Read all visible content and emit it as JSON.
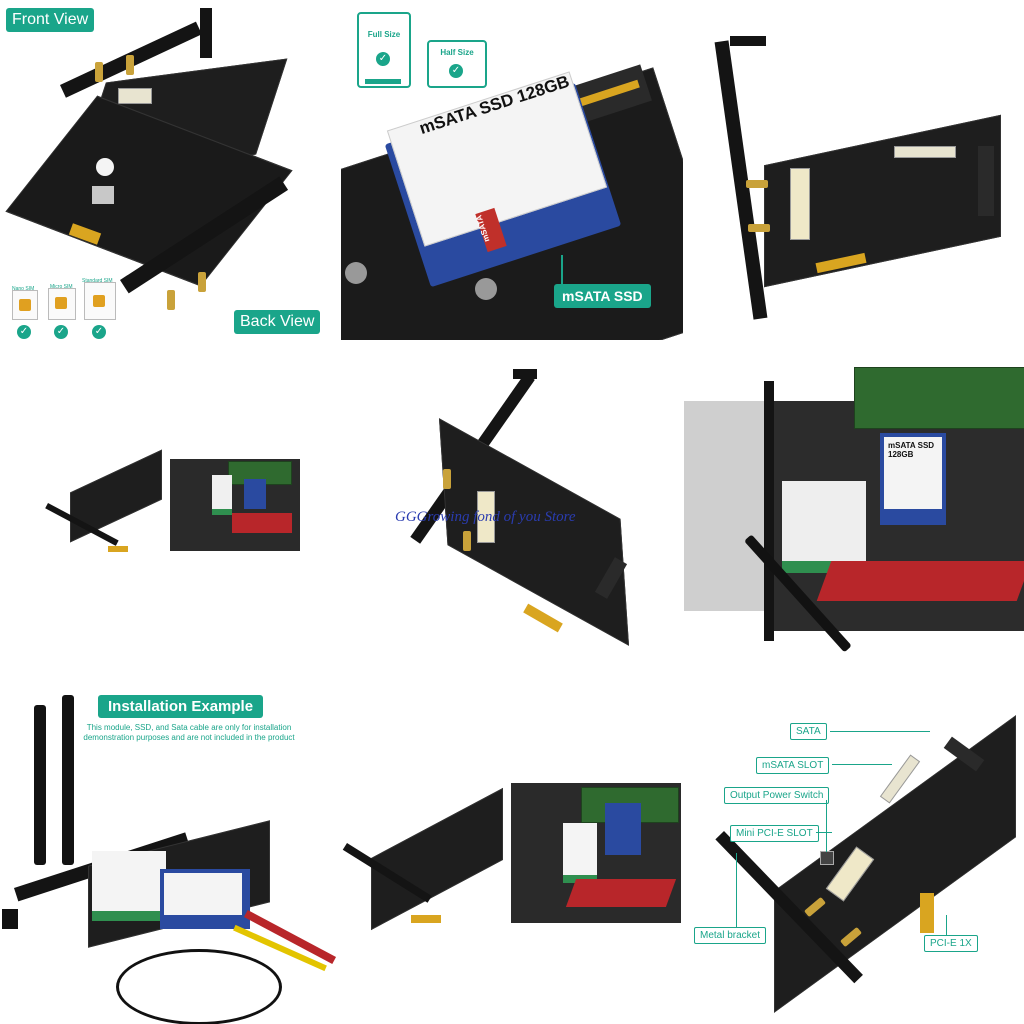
{
  "tile1": {
    "front_view": "Front View",
    "back_view": "Back View",
    "sims": [
      {
        "label": "Nano SIM"
      },
      {
        "label": "Micro SIM"
      },
      {
        "label": "Standard SIM"
      }
    ]
  },
  "tile2": {
    "full_size": "Full Size",
    "half_size": "Half Size",
    "ssd_title": "mSATA SSD 128GB",
    "ssd_brand": "mSATA",
    "msata_ssd_label": "mSATA  SSD"
  },
  "tile5": {
    "watermark": "GGGrowing fond of you Store"
  },
  "tile6": {
    "ssd_title": "mSATA SSD 128GB"
  },
  "tile7": {
    "heading": "Installation Example",
    "note": "This module, SSD, and Sata cable are only for installation demonstration purposes and are not included in the product"
  },
  "tile9": {
    "callouts": {
      "sata": "SATA",
      "msata_slot": "mSATA   SLOT",
      "output_power_switch": "Output Power Switch",
      "mini_pcie_slot": "Mini  PCI-E   SLOT",
      "metal_bracket": "Metal bracket",
      "pcie_1x": "PCI-E 1X"
    }
  },
  "colors": {
    "accent": "#1aa58a",
    "pcb": "#1e1e1e",
    "gold": "#d9a520",
    "watermark": "#2a3cb0"
  }
}
